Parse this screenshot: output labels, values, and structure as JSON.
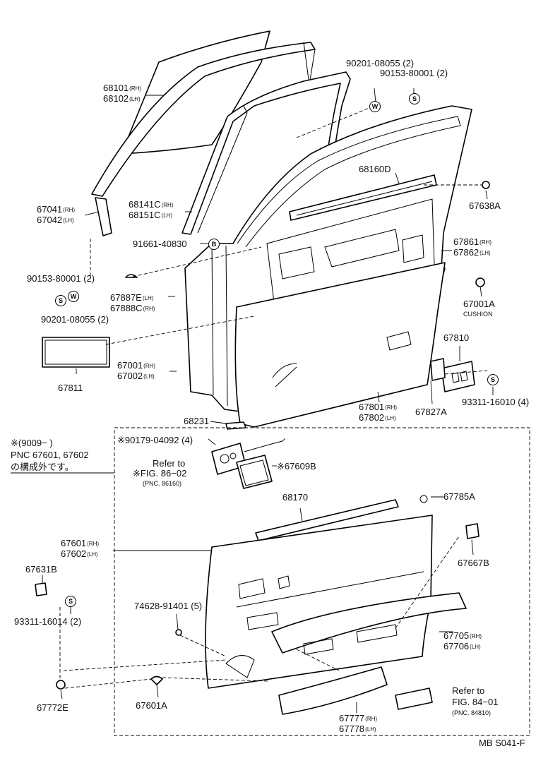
{
  "labels": {
    "p68101": {
      "code": "68101",
      "side": "(RH)"
    },
    "p68102": {
      "code": "68102",
      "side": "(LH)"
    },
    "p90201_top": {
      "code": "90201-08055 (2)"
    },
    "p90153_top": {
      "code": "90153-80001 (2)"
    },
    "p68160D": {
      "code": "68160D"
    },
    "p67638A": {
      "code": "67638A"
    },
    "p67041": {
      "code": "67041",
      "side": "(RH)"
    },
    "p67042": {
      "code": "67042",
      "side": "(LH)"
    },
    "p68141C": {
      "code": "68141C",
      "side": "(RH)"
    },
    "p68151C": {
      "code": "68151C",
      "side": "(LH)"
    },
    "p91661": {
      "code": "91661-40830"
    },
    "p67861": {
      "code": "67861",
      "side": "(RH)"
    },
    "p67862": {
      "code": "67862",
      "side": "(LH)"
    },
    "p90153_left": {
      "code": "90153-80001 (2)"
    },
    "p67887E": {
      "code": "67887E",
      "side": "(LH)"
    },
    "p67888C": {
      "code": "67888C",
      "side": "(RH)"
    },
    "p67001A": {
      "code": "67001A"
    },
    "cushion": {
      "code": "CUSHION"
    },
    "p90201_left": {
      "code": "90201-08055 (2)"
    },
    "p67810": {
      "code": "67810"
    },
    "p67001": {
      "code": "67001",
      "side": "(RH)"
    },
    "p67002": {
      "code": "67002",
      "side": "(LH)"
    },
    "p67811": {
      "code": "67811"
    },
    "p67801": {
      "code": "67801",
      "side": "(RH)"
    },
    "p67802": {
      "code": "67802",
      "side": "(LH)"
    },
    "p67827A": {
      "code": "67827A"
    },
    "p93311_right": {
      "code": "93311-16010 (4)"
    },
    "p68231": {
      "code": "68231"
    },
    "p90179": {
      "code": "※90179-04092 (4)"
    },
    "p67609B": {
      "code": "※67609B"
    },
    "p68170": {
      "code": "68170"
    },
    "p67785A": {
      "code": "67785A"
    },
    "p67601": {
      "code": "67601",
      "side": "(RH)"
    },
    "p67602": {
      "code": "67602",
      "side": "(LH)"
    },
    "p67667B": {
      "code": "67667B"
    },
    "p67631B": {
      "code": "67631B"
    },
    "p74628": {
      "code": "74628-91401 (5)"
    },
    "p93311_left": {
      "code": "93311-16014 (2)"
    },
    "p67705": {
      "code": "67705",
      "side": "(RH)"
    },
    "p67706": {
      "code": "67706",
      "side": "(LH)"
    },
    "p67772E": {
      "code": "67772E"
    },
    "p67601A": {
      "code": "67601A"
    },
    "p67777": {
      "code": "67777",
      "side": "(RH)"
    },
    "p67778": {
      "code": "67778",
      "side": "(LH)"
    }
  },
  "refs": {
    "ref1_line1": "Refer to",
    "ref1_line2": "※FIG. 86−02",
    "ref1_line3": "(PNC. 86160)",
    "ref2_line1": "Refer to",
    "ref2_line2": "FIG. 84−01",
    "ref2_line3": "(PNC. 84810)"
  },
  "note": {
    "line1": "※(9009−        )",
    "line2": "PNC 67601, 67602",
    "line3": "の構成外です。"
  },
  "symbols": {
    "washer": "W",
    "screw": "S",
    "bolt": "B"
  },
  "footer": {
    "code": "MB S041-F"
  }
}
